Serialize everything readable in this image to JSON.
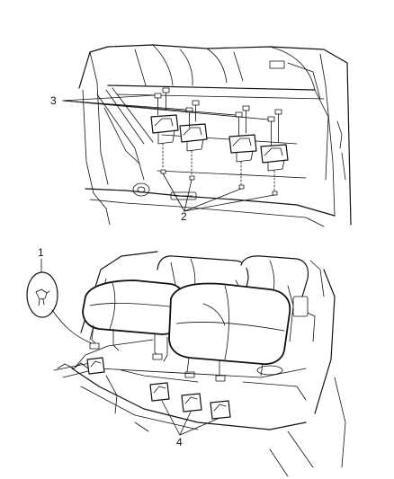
{
  "diagram": {
    "callouts": [
      {
        "id": "1",
        "label": "1"
      },
      {
        "id": "2",
        "label": "2"
      },
      {
        "id": "3",
        "label": "3"
      },
      {
        "id": "4",
        "label": "4"
      }
    ],
    "panels": [
      {
        "name": "floor-brackets-view"
      },
      {
        "name": "rear-seat-view"
      }
    ]
  }
}
